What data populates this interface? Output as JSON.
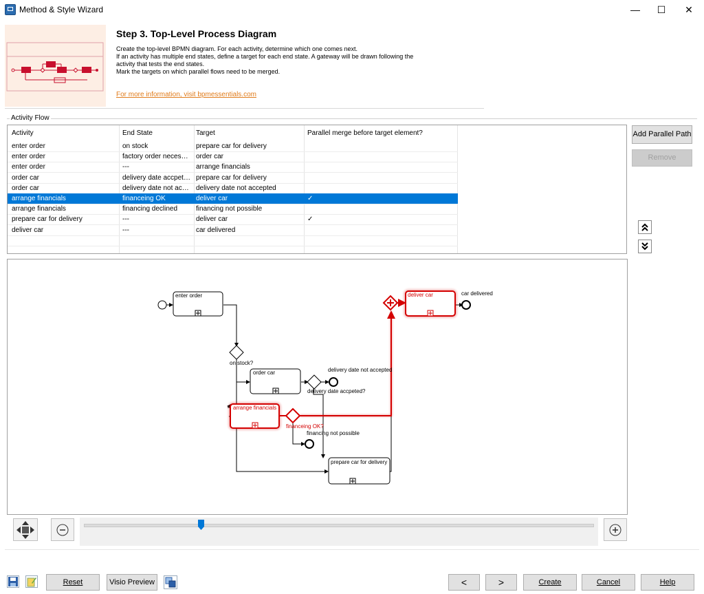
{
  "window": {
    "title": "Method & Style Wizard",
    "minimize": "—",
    "maximize": "☐",
    "close": "✕"
  },
  "header": {
    "step_title": "Step 3. Top-Level Process Diagram",
    "description": "Create the top-level BPMN diagram. For each activity, determine which one comes next.\nIf an activity has multiple end states, define a target for each end state. A gateway will be drawn following the\nactivity that tests the end states.\nMark the targets on which parallel flows need to be merged.",
    "link": "For more information, visit bpmessentials.com"
  },
  "activity_flow": {
    "group_label": "Activity Flow",
    "columns": [
      "Activity",
      "End State",
      "Target",
      "Parallel merge before target element?"
    ],
    "rows": [
      {
        "activity": "enter order",
        "end_state": "on stock",
        "target": "prepare car for delivery",
        "merge": ""
      },
      {
        "activity": "enter order",
        "end_state": "factory order necessary",
        "target": "order car",
        "merge": ""
      },
      {
        "activity": "enter order",
        "end_state": "---",
        "target": "arrange financials",
        "merge": ""
      },
      {
        "activity": "order car",
        "end_state": "delivery date accpeted",
        "target": "prepare car for delivery",
        "merge": ""
      },
      {
        "activity": "order car",
        "end_state": "delivery date not accepted",
        "target": "delivery date not accepted",
        "merge": ""
      },
      {
        "activity": "arrange financials",
        "end_state": "financeing OK",
        "target": "deliver car",
        "merge": "✓",
        "selected": true
      },
      {
        "activity": "arrange financials",
        "end_state": "financing declined",
        "target": "financing not possible",
        "merge": ""
      },
      {
        "activity": "prepare car for delivery",
        "end_state": "---",
        "target": "deliver car",
        "merge": "✓"
      },
      {
        "activity": "deliver car",
        "end_state": "---",
        "target": "car delivered",
        "merge": ""
      }
    ]
  },
  "side_buttons": {
    "add_parallel": "Add Parallel Path",
    "remove": "Remove",
    "move_up": "⌃",
    "move_down": "⌄"
  },
  "diagram": {
    "tasks": {
      "enter_order": "enter order",
      "order_car": "order car",
      "arrange_financials": "arrange financials",
      "prepare_car": "prepare car for delivery",
      "deliver_car": "deliver car"
    },
    "labels": {
      "on_stock": "on stock?",
      "delivery_not_accepted": "delivery date not accepted",
      "delivery_accepted": "delivery date accpeted?",
      "financing_ok": "financeing OK?",
      "financing_not_possible": "financing not possible",
      "car_delivered": "car delivered"
    },
    "colors": {
      "highlight": "#d40000",
      "normal": "#000000"
    }
  },
  "zoom": {
    "level_percent": 23,
    "minus": "−",
    "plus": "+"
  },
  "footer": {
    "reset": "Reset",
    "visio_preview": "Visio Preview",
    "back": "<",
    "next": ">",
    "create": "Create",
    "cancel": "Cancel",
    "help": "Help"
  }
}
